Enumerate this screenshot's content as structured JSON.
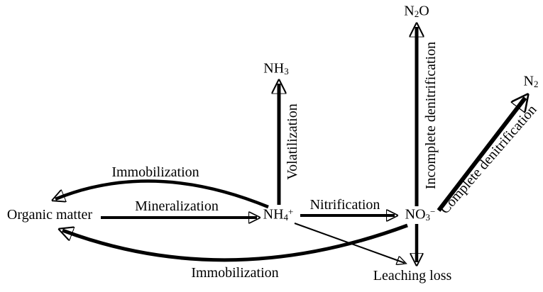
{
  "figure": {
    "title": "Soil nitrogen cycle diagram",
    "background_color": "#ffffff",
    "ink_color": "#000000"
  },
  "nodes": {
    "organic_matter": {
      "label": "Organic matter"
    },
    "nh4": {
      "pre": "NH",
      "sub": "4",
      "sup": "+"
    },
    "no3": {
      "pre": "NO",
      "sub": "3",
      "sup": "−"
    },
    "nh3": {
      "pre": "NH",
      "sub": "3"
    },
    "n2o": {
      "pre": "N",
      "sub": "2",
      "post": "O"
    },
    "n2": {
      "pre": "N",
      "sub": "2"
    },
    "leaching_loss": {
      "label": "Leaching loss"
    }
  },
  "processes": {
    "mineralization": {
      "label": "Mineralization"
    },
    "immobilization_top": {
      "label": "Immobilization"
    },
    "immobilization_bottom": {
      "label": "Immobilization"
    },
    "nitrification": {
      "label": "Nitrification"
    },
    "volatilization": {
      "label": "Volatilization"
    },
    "incomplete_denitrification": {
      "label": "Incomplete denitrification"
    },
    "complete_denitrification": {
      "label": "Complete denitrification"
    }
  },
  "edges": [
    {
      "from": "Organic matter",
      "to": "NH4+",
      "process": "Mineralization",
      "style": "straight-thick"
    },
    {
      "from": "NH4+",
      "to": "Organic matter",
      "process": "Immobilization",
      "style": "curved-thick"
    },
    {
      "from": "NH4+",
      "to": "NH3",
      "process": "Volatilization",
      "style": "straight-thick"
    },
    {
      "from": "NH4+",
      "to": "NO3-",
      "process": "Nitrification",
      "style": "straight-thick"
    },
    {
      "from": "NO3-",
      "to": "Organic matter",
      "process": "Immobilization",
      "style": "curved-thick"
    },
    {
      "from": "NO3-",
      "to": "N2O",
      "process": "Incomplete denitrification",
      "style": "straight-thick"
    },
    {
      "from": "NO3-",
      "to": "N2",
      "process": "Complete denitrification",
      "style": "diagonal-thick"
    },
    {
      "from": "NO3-",
      "to": "Leaching loss",
      "process": "",
      "style": "straight-thick"
    },
    {
      "from": "NH4+",
      "to": "Leaching loss",
      "process": "",
      "style": "diagonal-thin"
    }
  ]
}
